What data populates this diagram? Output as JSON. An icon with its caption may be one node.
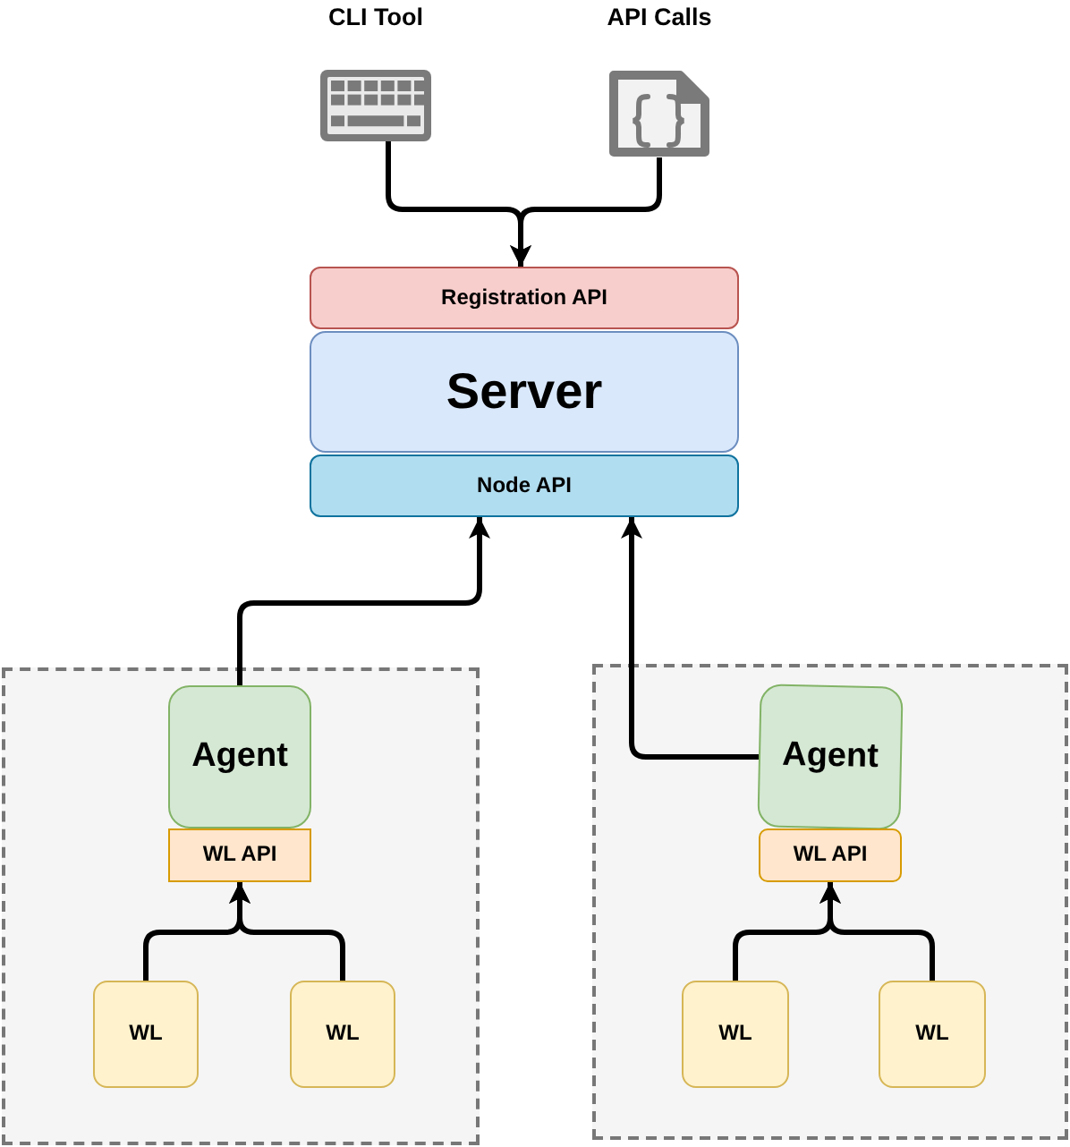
{
  "diagram": {
    "nodes": [
      {
        "text": [
          "CLI Tool"
        ]
      },
      {
        "text": [
          "API Calls"
        ]
      },
      {
        "text": [
          "Registration API"
        ]
      },
      {
        "text": [
          "Server"
        ]
      },
      {
        "text": [
          "Node API"
        ]
      },
      {
        "text": [],
        "shape": "box"
      },
      {
        "text": [
          "Agent"
        ],
        "in": 5
      },
      {
        "text": [
          "WL API"
        ],
        "in": 5
      },
      {
        "text": [
          "WL"
        ],
        "in": 5
      },
      {
        "text": [
          "WL"
        ],
        "in": 5
      },
      {
        "text": [],
        "shape": "box"
      },
      {
        "text": [
          "Agent"
        ],
        "in": 10
      },
      {
        "text": [
          "WL API"
        ],
        "in": 10
      },
      {
        "text": [
          "WL"
        ],
        "in": 10
      },
      {
        "text": [
          "WL"
        ],
        "in": 10
      }
    ],
    "edges": [
      {
        "from": 0,
        "to": 2,
        "arrow": "to"
      },
      {
        "from": 1,
        "to": 2,
        "arrow": "to"
      },
      {
        "from": 6,
        "to": 4,
        "arrow": "to"
      },
      {
        "from": 11,
        "to": 4,
        "arrow": "to"
      },
      {
        "from": 8,
        "to": 7,
        "arrow": "to"
      },
      {
        "from": 9,
        "to": 7,
        "arrow": "to"
      },
      {
        "from": 13,
        "to": 12,
        "arrow": "to"
      },
      {
        "from": 14,
        "to": 12,
        "arrow": "to"
      }
    ]
  }
}
